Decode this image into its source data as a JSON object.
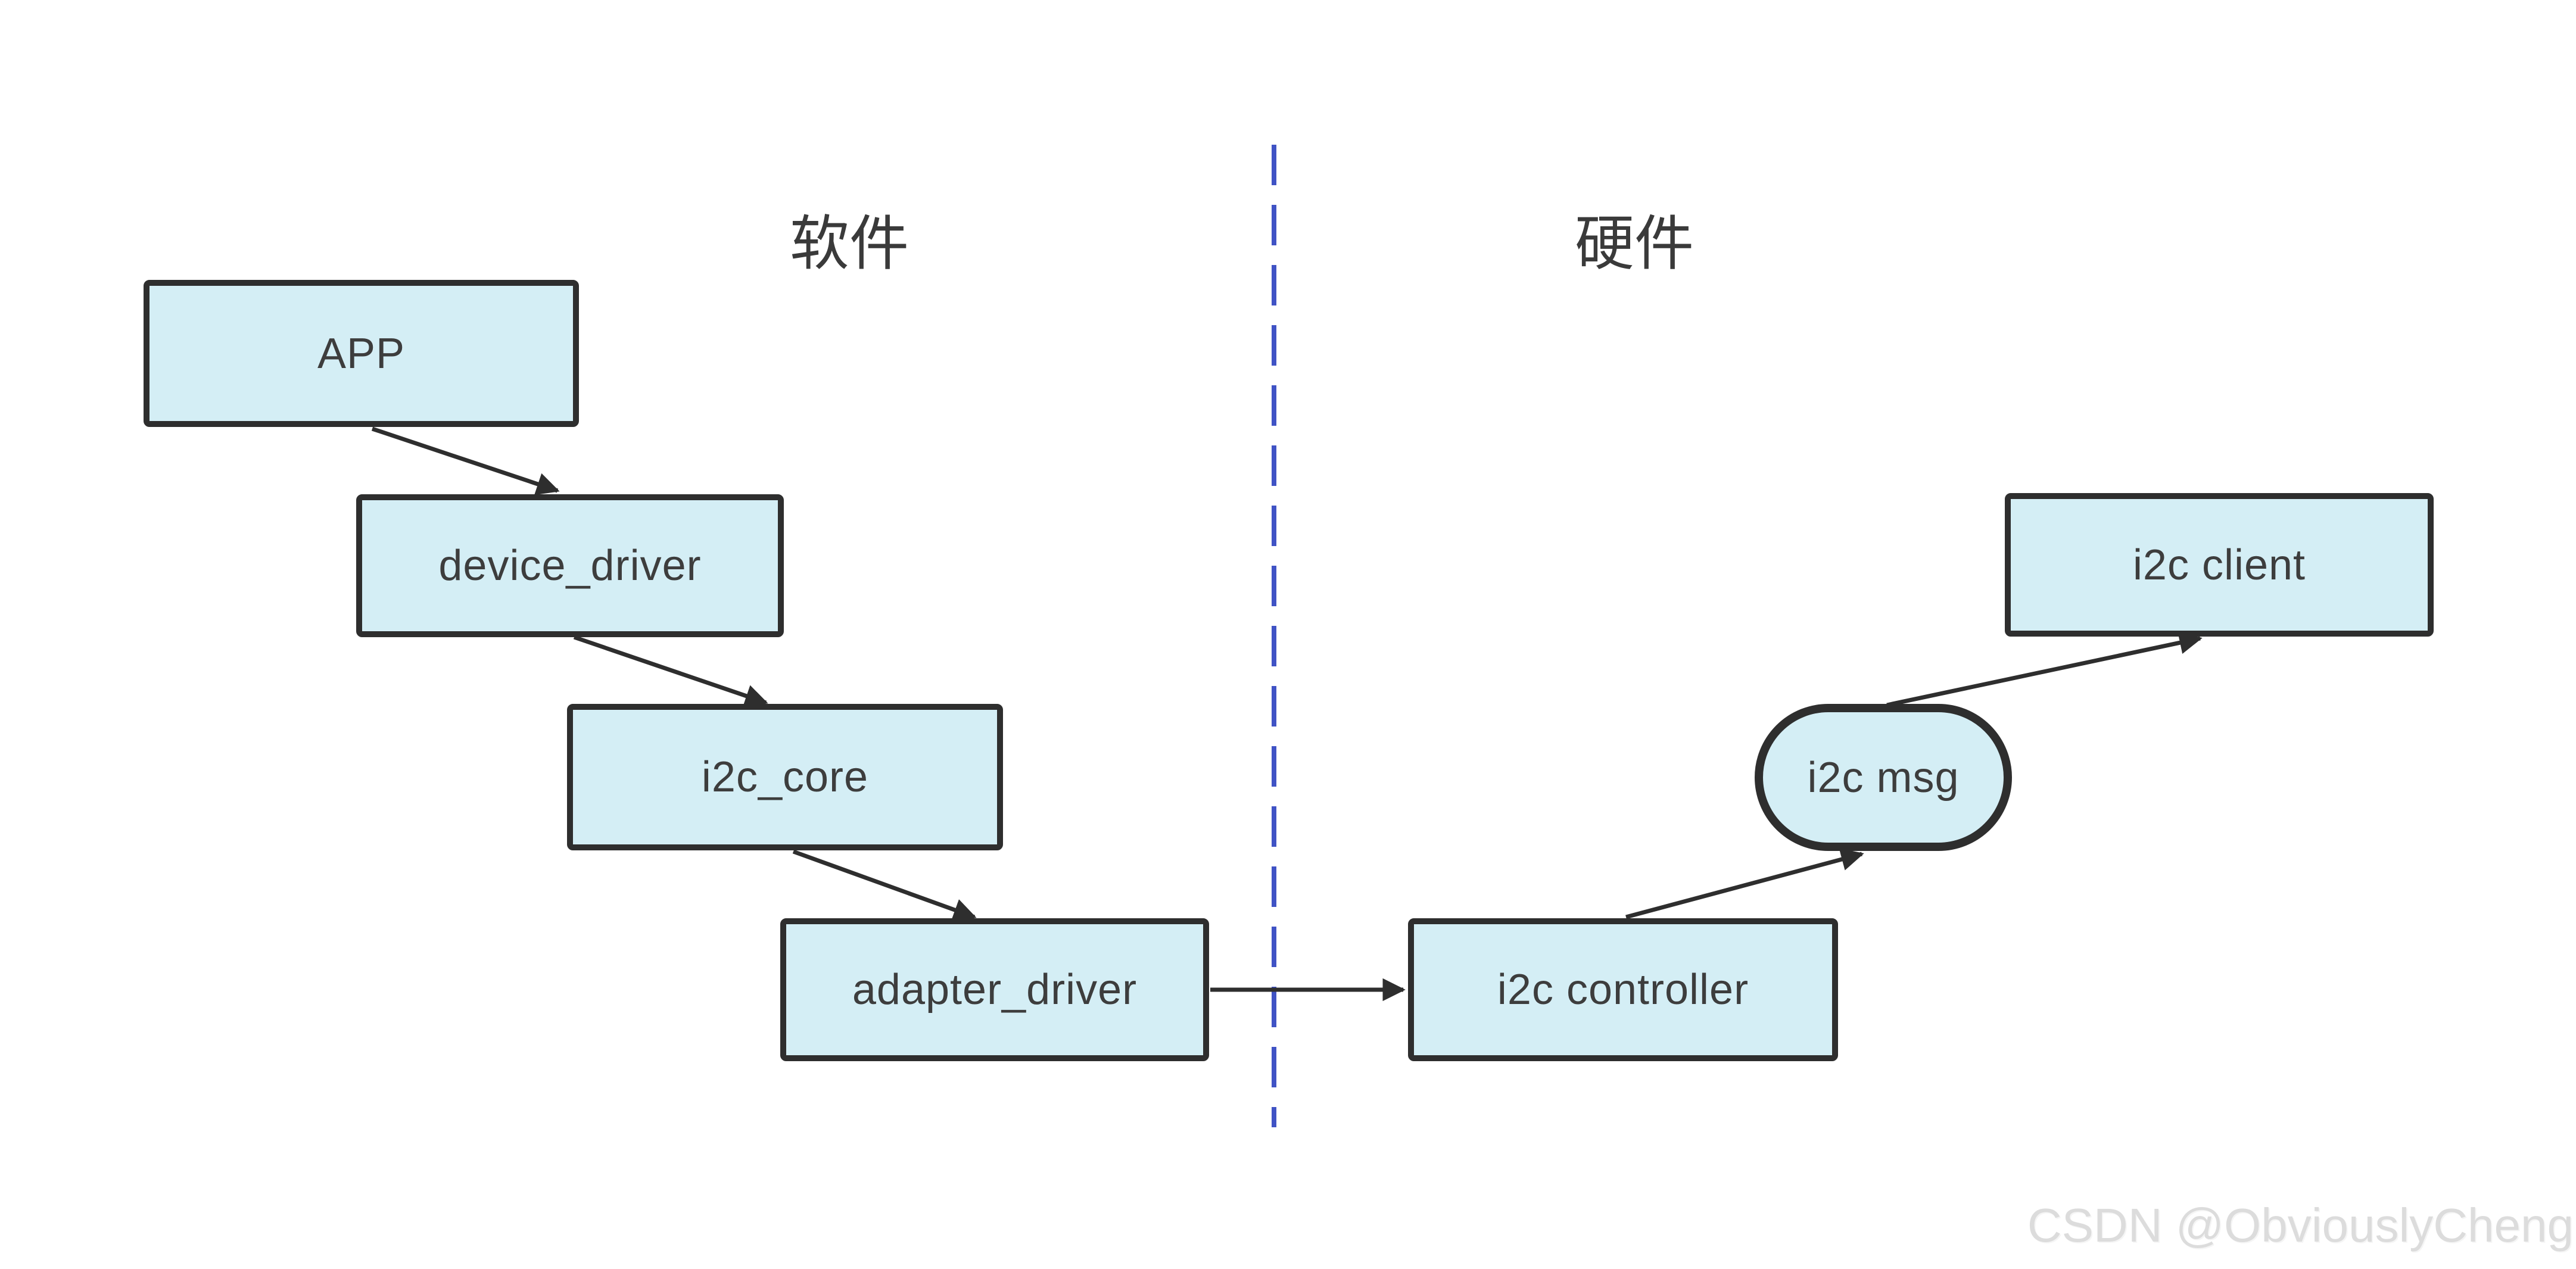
{
  "diagram": {
    "title_context": "i2c driver software/hardware layering",
    "sections": {
      "left_label": "软件",
      "right_label": "硬件"
    },
    "nodes": [
      {
        "id": "app",
        "label": "APP",
        "shape": "rect",
        "side": "software"
      },
      {
        "id": "device_driver",
        "label": "device_driver",
        "shape": "rect",
        "side": "software"
      },
      {
        "id": "i2c_core",
        "label": "i2c_core",
        "shape": "rect",
        "side": "software"
      },
      {
        "id": "adapter_driver",
        "label": "adapter_driver",
        "shape": "rect",
        "side": "software"
      },
      {
        "id": "i2c_controller",
        "label": "i2c controller",
        "shape": "rect",
        "side": "hardware"
      },
      {
        "id": "i2c_msg",
        "label": "i2c msg",
        "shape": "stadium",
        "side": "hardware"
      },
      {
        "id": "i2c_client",
        "label": "i2c client",
        "shape": "rect",
        "side": "hardware"
      }
    ],
    "edges": [
      {
        "from": "app",
        "to": "device_driver"
      },
      {
        "from": "device_driver",
        "to": "i2c_core"
      },
      {
        "from": "i2c_core",
        "to": "adapter_driver"
      },
      {
        "from": "adapter_driver",
        "to": "i2c_controller"
      },
      {
        "from": "i2c_controller",
        "to": "i2c_msg"
      },
      {
        "from": "i2c_msg",
        "to": "i2c_client"
      }
    ],
    "colors": {
      "node_fill": "#d4eef5",
      "node_border": "#2e2e2e",
      "node_text": "#3d3d3d",
      "section_label_text": "#3a3a3a",
      "divider_blue": "#4053c5",
      "arrow": "#2e2e2e",
      "watermark_gray": "#dcdcdc",
      "background": "#ffffff"
    }
  },
  "watermark": {
    "text": "CSDN @ObviouslyCheng"
  }
}
